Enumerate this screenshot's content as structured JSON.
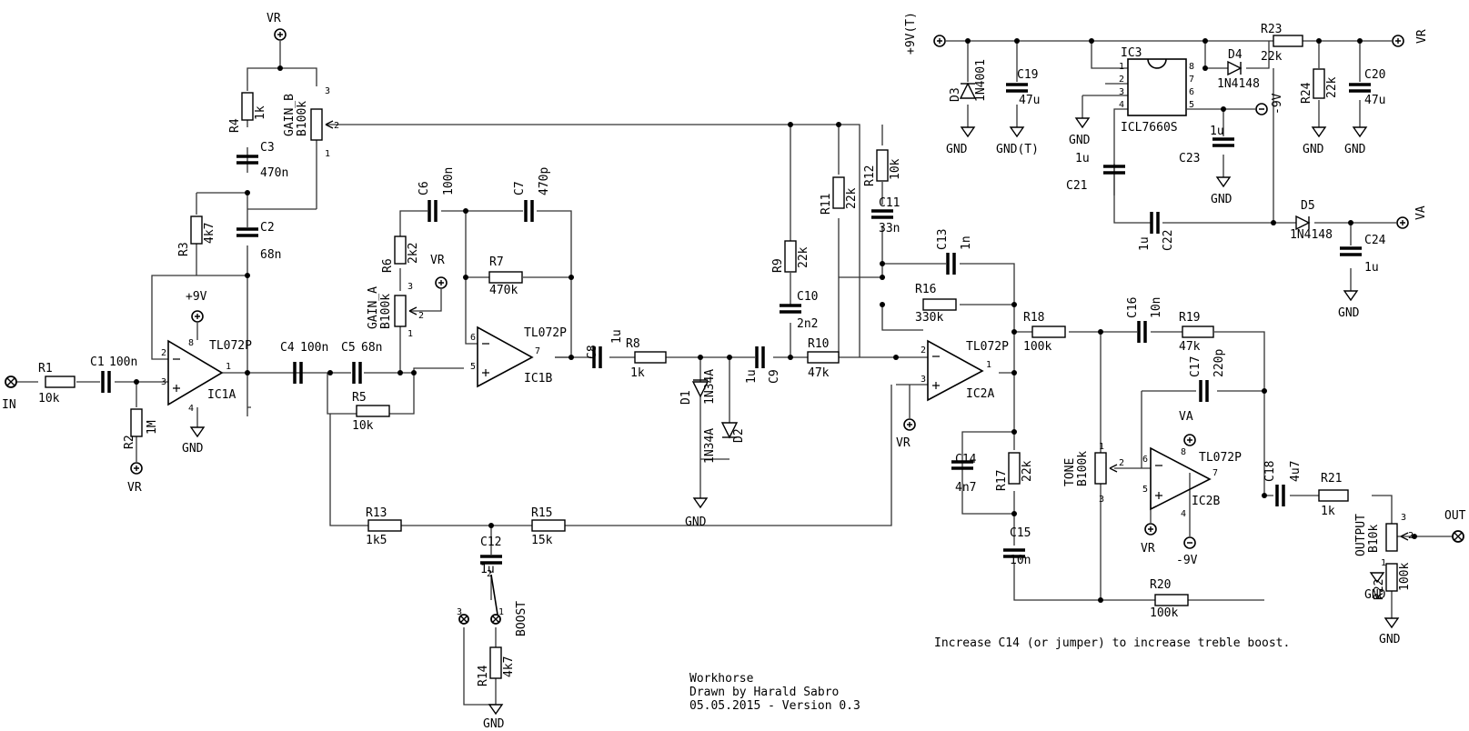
{
  "nets": {
    "vr": "VR",
    "gnd": "GND",
    "gndt": "GND(T)",
    "p9v": "+9V",
    "p9vt": "+9V(T)",
    "m9v": "-9V",
    "va": "VA",
    "in": "IN",
    "out": "OUT"
  },
  "parts": {
    "r1": [
      "R1",
      "10k"
    ],
    "r2": [
      "R2",
      "1M"
    ],
    "r3": [
      "R3",
      "4k7"
    ],
    "r4": [
      "R4",
      "1k"
    ],
    "r5": [
      "R5",
      "10k"
    ],
    "r6": [
      "R6",
      "2k2"
    ],
    "r7": [
      "R7",
      "470k"
    ],
    "r8": [
      "R8",
      "1k"
    ],
    "r9": [
      "R9",
      "22k"
    ],
    "r10": [
      "R10",
      "47k"
    ],
    "r11": [
      "R11",
      "22k"
    ],
    "r12": [
      "R12",
      "10k"
    ],
    "r13": [
      "R13",
      "1k5"
    ],
    "r14": [
      "R14",
      "4k7"
    ],
    "r15": [
      "R15",
      "15k"
    ],
    "r16": [
      "R16",
      "330k"
    ],
    "r17": [
      "R17",
      "22k"
    ],
    "r18": [
      "R18",
      "100k"
    ],
    "r19": [
      "R19",
      "47k"
    ],
    "r20": [
      "R20",
      "100k"
    ],
    "r21": [
      "R21",
      "1k"
    ],
    "r22": [
      "R22",
      "100k"
    ],
    "r23": [
      "R23",
      "22k"
    ],
    "r24": [
      "R24",
      "22k"
    ],
    "c1": [
      "C1",
      "100n"
    ],
    "c2": [
      "C2",
      "68n"
    ],
    "c3": [
      "C3",
      "470n"
    ],
    "c4": [
      "C4",
      "100n"
    ],
    "c5": [
      "C5",
      "68n"
    ],
    "c6": [
      "C6",
      "100n"
    ],
    "c7": [
      "C7",
      "470p"
    ],
    "c8": [
      "C8",
      "1u"
    ],
    "c9": [
      "C9",
      "1u"
    ],
    "c10": [
      "C10",
      "2n2"
    ],
    "c11": [
      "C11",
      "33n"
    ],
    "c12": [
      "C12",
      "1u"
    ],
    "c13": [
      "C13",
      "1n"
    ],
    "c14": [
      "C14",
      "4n7"
    ],
    "c15": [
      "C15",
      "10n"
    ],
    "c16": [
      "C16",
      "10n"
    ],
    "c17": [
      "C17",
      "220p"
    ],
    "c18": [
      "C18",
      "4u7"
    ],
    "c19": [
      "C19",
      "47u"
    ],
    "c20": [
      "C20",
      "47u"
    ],
    "c21": [
      "C21",
      "1u"
    ],
    "c22": [
      "C22",
      "1u"
    ],
    "c23": [
      "C23",
      "1u"
    ],
    "c24": [
      "C24",
      "1u"
    ],
    "d1": [
      "D1",
      "1N34A"
    ],
    "d2": [
      "D2",
      "1N34A"
    ],
    "d3": [
      "D3",
      "1N4001"
    ],
    "d4": [
      "D4",
      "1N4148"
    ],
    "d5": [
      "D5",
      "1N4148"
    ],
    "ic1a": [
      "IC1A",
      "TL072P"
    ],
    "ic1b": [
      "IC1B",
      "TL072P"
    ],
    "ic2a": [
      "IC2A",
      "TL072P"
    ],
    "ic2b": [
      "IC2B",
      "TL072P"
    ],
    "ic3": [
      "IC3",
      "ICL7660S"
    ],
    "gain_a": [
      "GAIN_A",
      "B100k"
    ],
    "gain_b": [
      "GAIN_B",
      "B100k"
    ],
    "tone": [
      "TONE",
      "B100k"
    ],
    "output": [
      "OUTPUT",
      "B10k"
    ],
    "boost": "BOOST"
  },
  "note": "Increase C14 (or jumper) to increase treble boost.",
  "title_block": {
    "name": "Workhorse",
    "author": "Drawn by Harald Sabro",
    "version": "05.05.2015 - Version 0.3"
  }
}
